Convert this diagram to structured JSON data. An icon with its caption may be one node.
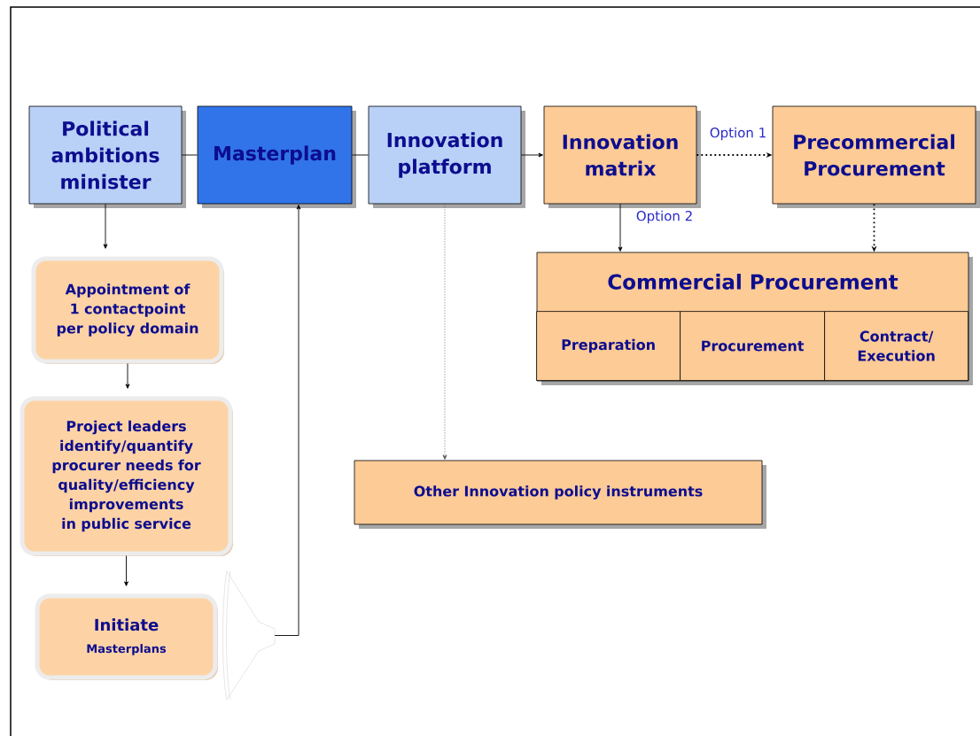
{
  "diagram": {
    "nodes": [
      {
        "text": [
          "Political ambitions minister"
        ]
      },
      {
        "text": [
          "Masterplan"
        ]
      },
      {
        "text": [
          "Innovation platform"
        ]
      },
      {
        "text": [
          "Innovation matrix"
        ]
      },
      {
        "text": [
          "Precommercial Procurement"
        ]
      },
      {
        "text": [
          "Commercial Procurement"
        ]
      },
      {
        "text": [
          "Preparation"
        ],
        "in": 5
      },
      {
        "text": [
          "Procurement"
        ],
        "in": 5
      },
      {
        "text": [
          "Contract/ Execution"
        ],
        "in": 5
      },
      {
        "text": [
          "Appointment of 1 contactpoint per policy domain"
        ]
      },
      {
        "text": [
          "Project leaders identify/quantify procurer needs for quality/efficiency improvements in public service"
        ]
      },
      {
        "text": [
          "Initiate",
          "Masterplans"
        ]
      },
      {
        "text": [
          "Other Innovation policy instruments"
        ]
      },
      {
        "text": [],
        "shape": "funnel"
      }
    ],
    "edges": [
      {
        "from": 0,
        "to": 1,
        "arrow": "none"
      },
      {
        "from": 1,
        "to": 2,
        "arrow": "none"
      },
      {
        "from": 2,
        "to": 3,
        "arrow": "to"
      },
      {
        "from": 3,
        "to": 4,
        "arrow": "to",
        "label": "Option 1",
        "style": "dashed"
      },
      {
        "from": 3,
        "to": 5,
        "arrow": "to",
        "label": "Option 2"
      },
      {
        "from": 4,
        "to": 5,
        "arrow": "to",
        "style": "dashed"
      },
      {
        "from": 2,
        "to": 12,
        "arrow": "to",
        "style": "dashed",
        "color": "#555555"
      },
      {
        "from": 0,
        "to": 9,
        "arrow": "to"
      },
      {
        "from": 9,
        "to": 10,
        "arrow": "to"
      },
      {
        "from": 10,
        "to": 11,
        "arrow": "to"
      },
      {
        "from": 13,
        "to": 1,
        "arrow": "to"
      }
    ]
  }
}
